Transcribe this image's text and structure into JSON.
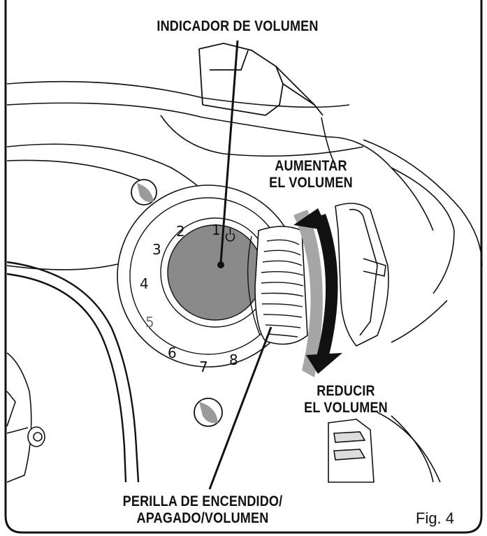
{
  "labels": {
    "volume_indicator": "INDICADOR DE VOLUMEN",
    "increase_volume_line1": "AUMENTAR",
    "increase_volume_line2": "EL VOLUMEN",
    "decrease_volume_line1": "REDUCIR",
    "decrease_volume_line2": "EL VOLUMEN",
    "knob_line1": "PERILLA DE ENCENDIDO/",
    "knob_line2": "APAGADO/VOLUMEN",
    "figure": "Fig. 4"
  },
  "dial": {
    "numbers": [
      "1",
      "2",
      "3",
      "4",
      "5",
      "6",
      "7",
      "8"
    ],
    "power_symbol": "power-icon"
  },
  "colors": {
    "line": "#111111",
    "indicator_fill": "#8a8a8a",
    "arrow_black": "#111111",
    "arrow_gray": "#a6a6a6",
    "background": "#ffffff"
  }
}
